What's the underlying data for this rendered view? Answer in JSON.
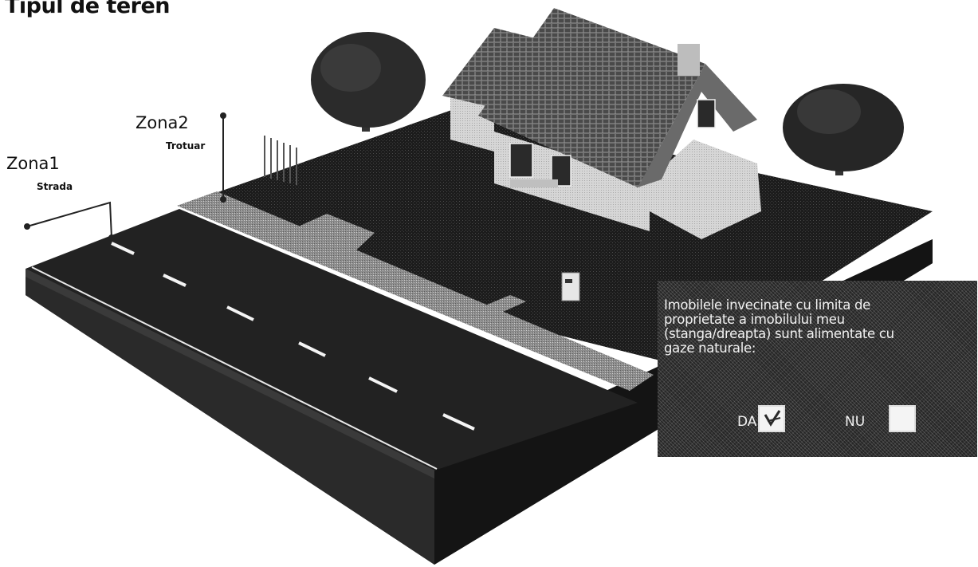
{
  "title": "Tipul de teren",
  "zones": [
    {
      "name": "Zona1",
      "subtitle": "Strada"
    },
    {
      "name": "Zona2",
      "subtitle": "Trotuar"
    }
  ],
  "question": {
    "text": "Imobilele invecinate cu limita de proprietate a imobilului meu (stanga/dreapta) sunt alimentate cu gaze naturale:",
    "options": [
      {
        "label": "DA",
        "checked": true
      },
      {
        "label": "NU",
        "checked": false
      }
    ]
  },
  "colors": {
    "ground": "#1f1f1f",
    "sidewalk": "#9a9a9a",
    "road_marking": "#f4f4f4",
    "panel": "#262626",
    "house_wall": "#d8d8d8",
    "roof": "#555555"
  },
  "icons": {
    "check": "check-icon",
    "tree": "tree-icon",
    "house": "house-icon"
  }
}
